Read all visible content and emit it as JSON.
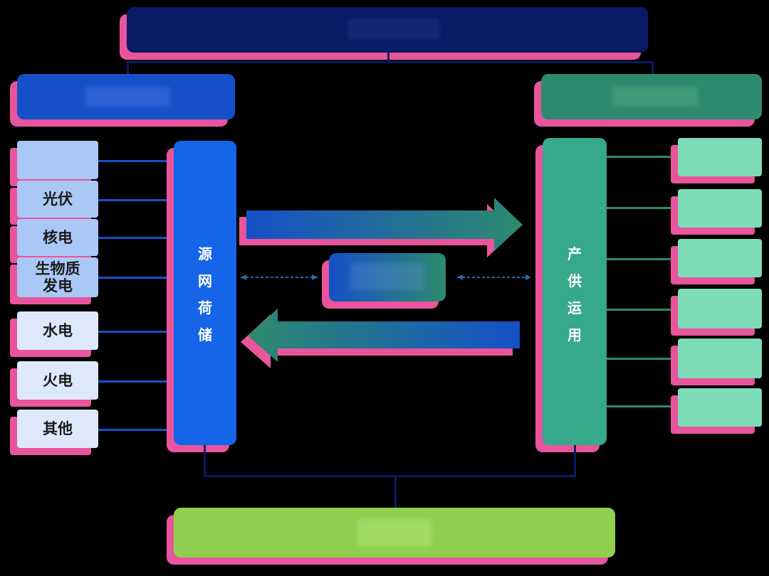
{
  "colors": {
    "background": "#000000",
    "pink_shadow": "#e8559c",
    "navy": "#0a1a66",
    "blue": "#1565e8",
    "teal": "#35a98a",
    "light_blue": "#aac8f5",
    "pale_blue": "#dde8fb",
    "mint": "#7fdcb8",
    "lime": "#8fd14f"
  },
  "left_sources": [
    {
      "label": ""
    },
    {
      "label": "光伏"
    },
    {
      "label": "核电"
    },
    {
      "label": "生物质\n发电"
    },
    {
      "label": "水电"
    },
    {
      "label": "火电"
    },
    {
      "label": "其他"
    }
  ],
  "left_column": {
    "chars": [
      "源",
      "网",
      "荷",
      "储"
    ]
  },
  "right_column": {
    "chars": [
      "产",
      "供",
      "运",
      "用"
    ]
  },
  "right_items_count_note": "",
  "icons": {
    "arrow_right": "arrow-right-icon",
    "arrow_left": "arrow-left-icon"
  }
}
